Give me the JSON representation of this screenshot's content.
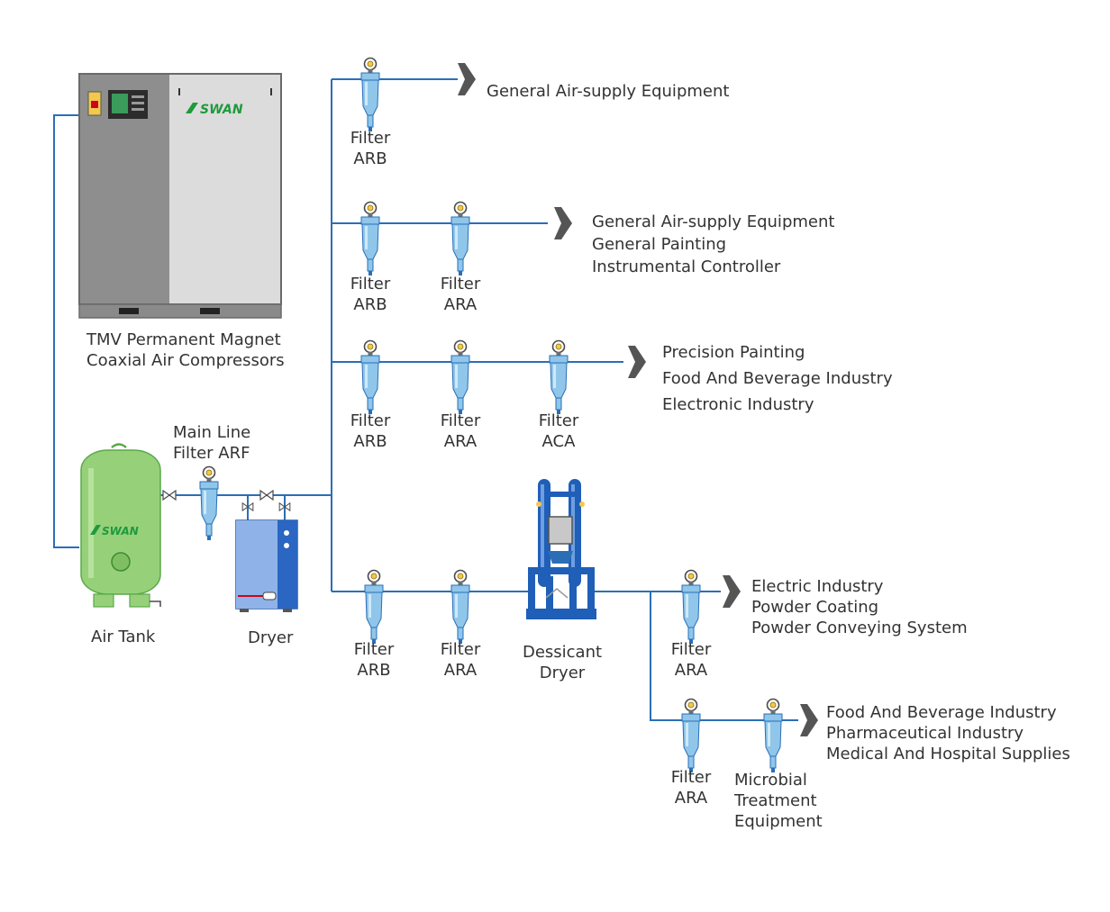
{
  "compressor": {
    "caption": [
      "TMV Permanent Magnet",
      "Coaxial Air Compressors"
    ],
    "logo": "SWAN"
  },
  "air_tank": {
    "caption": "Air Tank",
    "logo": "SWAN"
  },
  "main_line_filter": {
    "caption": [
      "Main Line",
      "Filter ARF"
    ]
  },
  "dryer": {
    "caption": "Dryer"
  },
  "desiccant_dryer": {
    "caption": [
      "Dessicant",
      "Dryer"
    ]
  },
  "branches": [
    {
      "filters": [
        {
          "line1": "Filter",
          "line2": "ARB"
        }
      ],
      "destinations": [
        "General Air-supply Equipment"
      ]
    },
    {
      "filters": [
        {
          "line1": "Filter",
          "line2": "ARB"
        },
        {
          "line1": "Filter",
          "line2": "ARA"
        }
      ],
      "destinations": [
        "General Air-supply Equipment",
        "General Painting",
        "Instrumental Controller"
      ]
    },
    {
      "filters": [
        {
          "line1": "Filter",
          "line2": "ARB"
        },
        {
          "line1": "Filter",
          "line2": "ARA"
        },
        {
          "line1": "Filter",
          "line2": "ACA"
        }
      ],
      "destinations": [
        "Precision Painting",
        "Food And Beverage Industry",
        "Electronic Industry"
      ]
    },
    {
      "filters": [
        {
          "line1": "Filter",
          "line2": "ARB"
        },
        {
          "line1": "Filter",
          "line2": "ARA"
        }
      ],
      "destinations": []
    },
    {
      "filters": [
        {
          "line1": "Filter",
          "line2": "ARA"
        }
      ],
      "destinations": [
        "Electric Industry",
        "Powder Coating",
        "Powder Conveying System"
      ]
    },
    {
      "filters": [
        {
          "line1": "Filter",
          "line2": "ARA"
        }
      ],
      "extra": [
        "Microbial",
        "Treatment",
        "Equipment"
      ],
      "destinations": [
        "Food And Beverage Industry",
        "Pharmaceutical Industry",
        "Medical And Hospital Supplies"
      ]
    }
  ],
  "colors": {
    "pipe": "#2a6fb6",
    "filter": "#8fc6ea",
    "tank": "#96d17a",
    "compressor_dark": "#8e8e8e",
    "compressor_light": "#dcdcdc",
    "logo_green": "#1e9a3c",
    "desiccant": "#1f5fb8",
    "arrow": "#555555"
  }
}
